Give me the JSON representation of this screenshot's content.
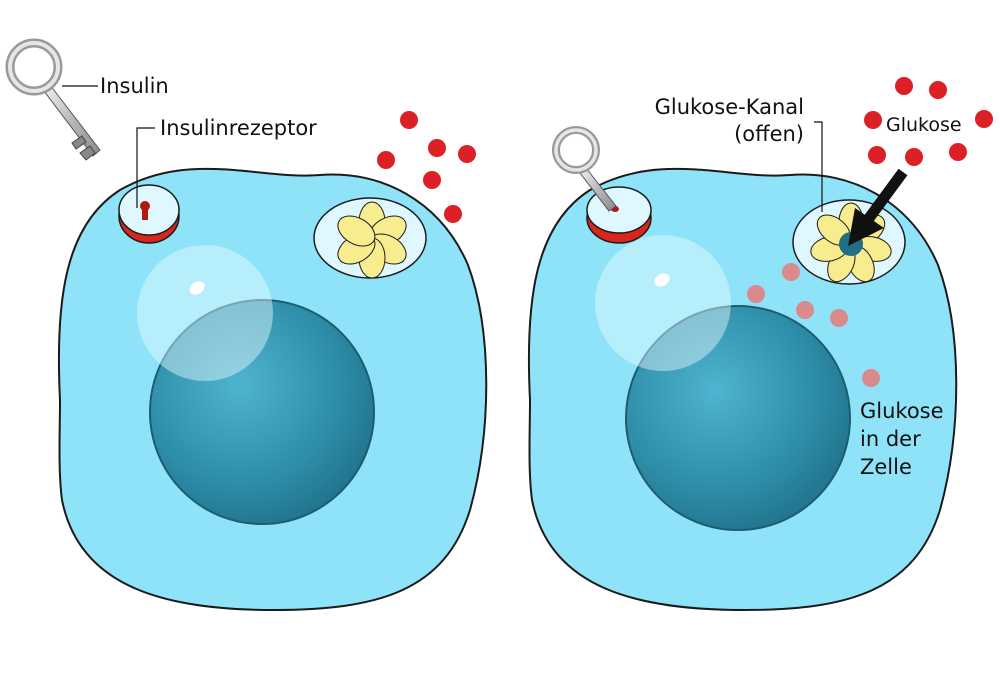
{
  "labels": {
    "insulin": "Insulin",
    "receptor": "Insulinrezeptor",
    "channel_line1": "Glukose-Kanal",
    "channel_line2": "(offen)",
    "glucose": "Glukose",
    "inside_line1": "Glukose",
    "inside_line2": "in der",
    "inside_line3": "Zelle"
  },
  "colors": {
    "cytoplasm": "#8fe3f8",
    "membrane": "#1b1b1b",
    "nucleus": "#2f8fab",
    "glucose_outside": "#dd1f26",
    "glucose_inside": "#d98a8a",
    "channel_petals": "#f7ec8e",
    "receptor_base": "#d8261d",
    "arrow": "#111111"
  },
  "icons": [
    "key-icon",
    "keyhole-icon",
    "flower-channel-icon",
    "arrow-icon"
  ]
}
